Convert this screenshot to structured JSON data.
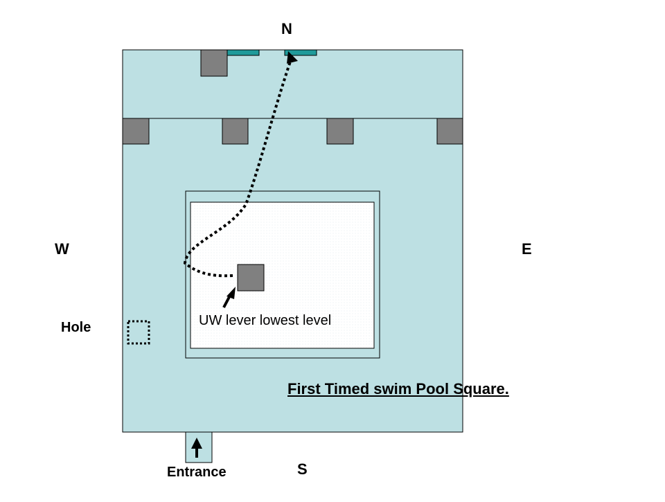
{
  "compass": {
    "north": "N",
    "south": "S",
    "east": "E",
    "west": "W"
  },
  "labels": {
    "hole": "Hole",
    "entrance": "Entrance",
    "lever": "UW lever lowest level",
    "title": "First Timed swim Pool Square."
  },
  "colors": {
    "water": "#bde0e3",
    "block": "#808080",
    "teal_marker": "#1f9a9a",
    "outline": "#000000",
    "center_area": "#ffffff",
    "path": "#000000"
  }
}
